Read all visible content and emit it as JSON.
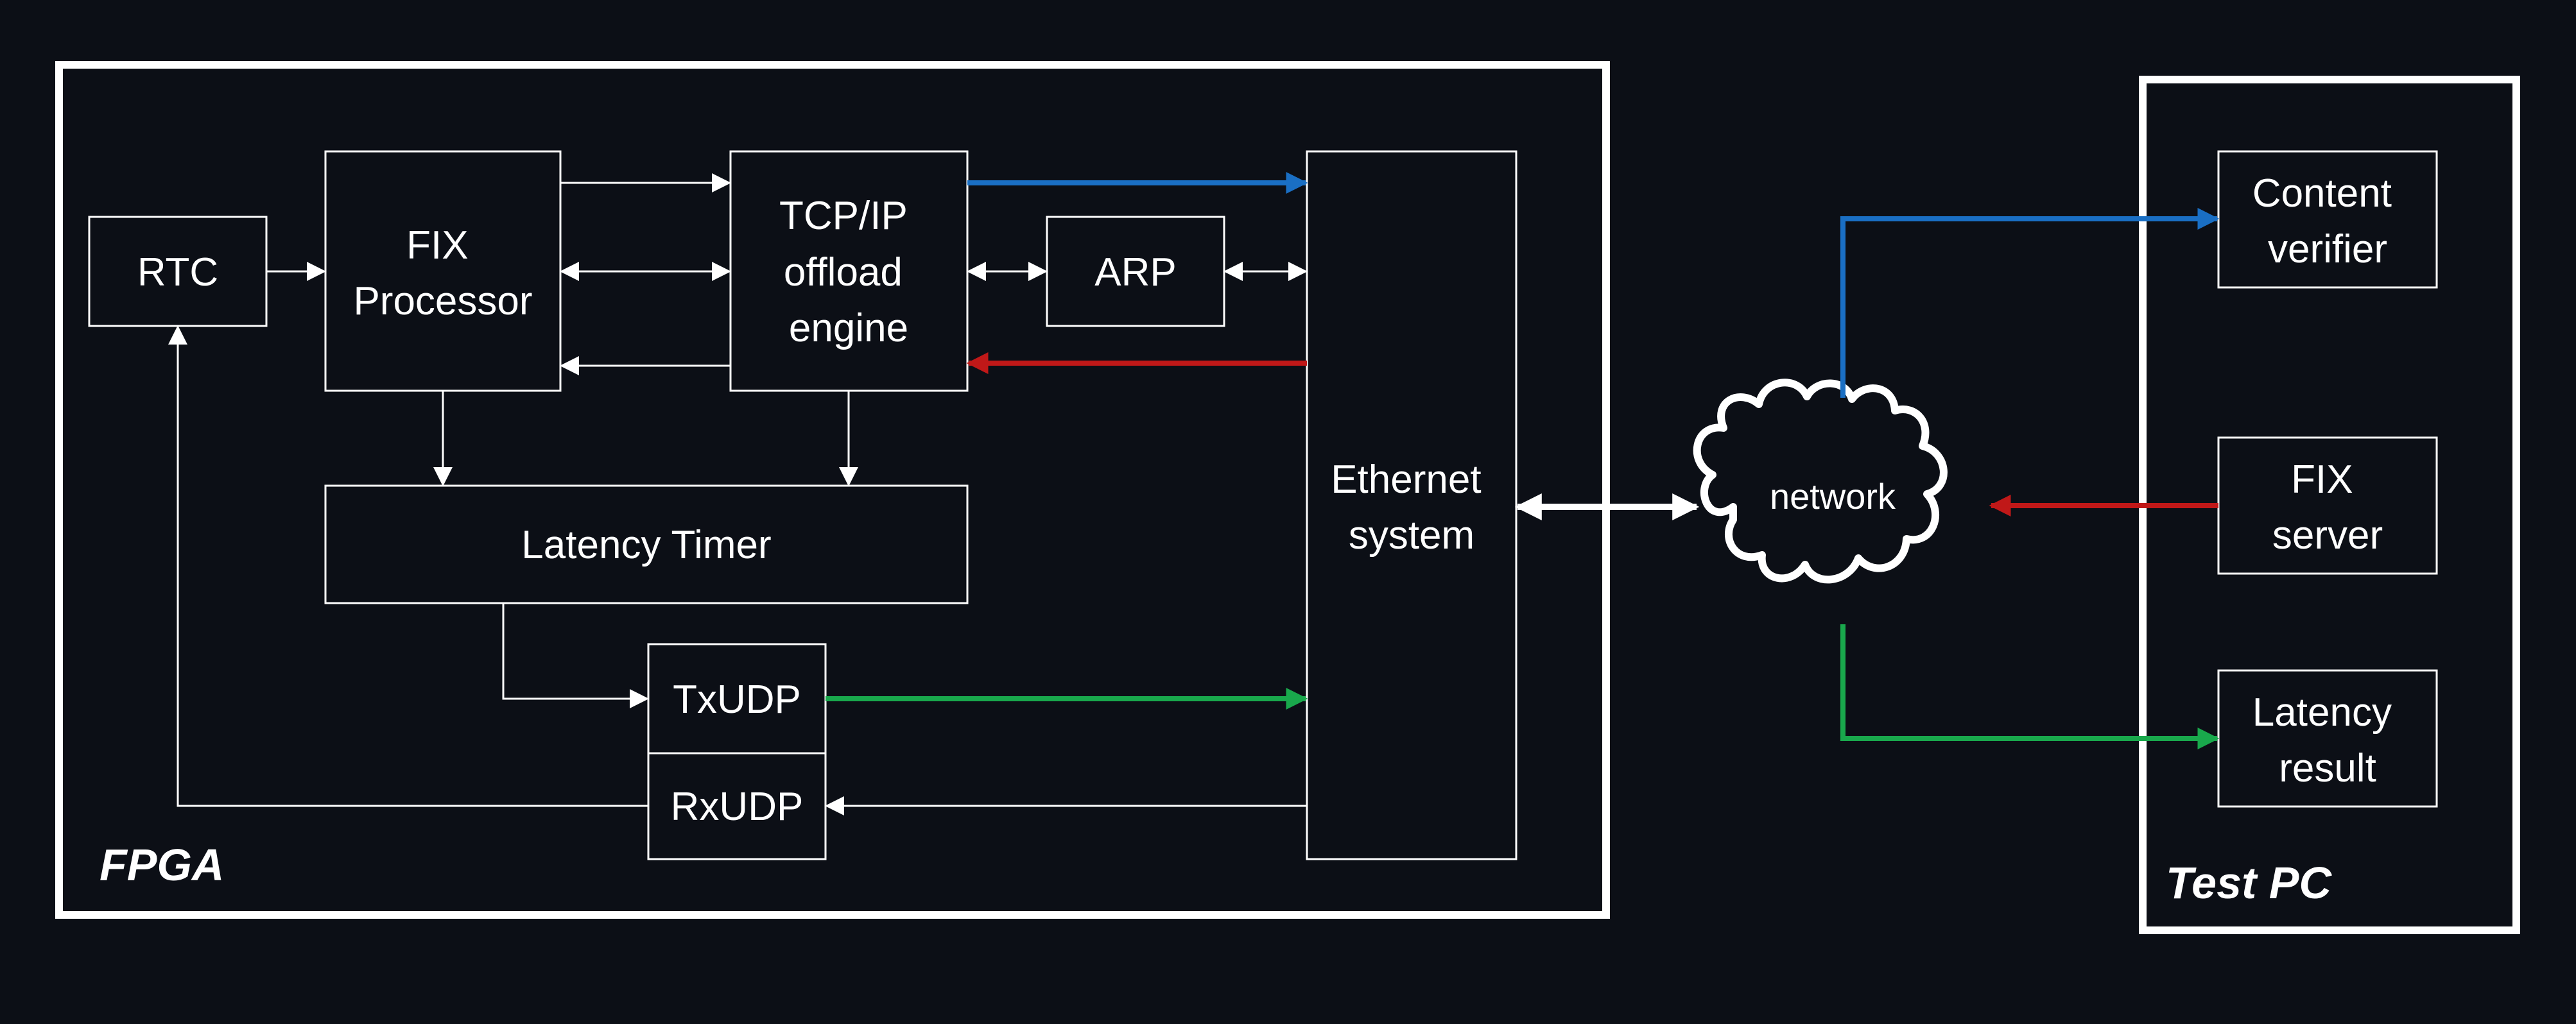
{
  "diagram": {
    "background": "#0c0f16",
    "colors": {
      "line": "#ffffff",
      "blue": "#1a6fc4",
      "red": "#c01818",
      "green": "#19a84c"
    },
    "groups": {
      "fpga": {
        "label": "FPGA"
      },
      "test_pc": {
        "label": "Test PC"
      }
    },
    "blocks": {
      "rtc": {
        "lines": [
          "RTC"
        ]
      },
      "fix_processor": {
        "lines": [
          "FIX",
          "Processor"
        ]
      },
      "tcp_ip": {
        "lines": [
          "TCP/IP",
          "offload",
          "engine"
        ]
      },
      "arp": {
        "lines": [
          "ARP"
        ]
      },
      "ethernet": {
        "lines": [
          "Ethernet",
          "system"
        ]
      },
      "latency_timer": {
        "lines": [
          "Latency Timer"
        ]
      },
      "txudp": {
        "lines": [
          "TxUDP"
        ]
      },
      "rxudp": {
        "lines": [
          "RxUDP"
        ]
      },
      "content_verifier": {
        "lines": [
          "Content",
          "verifier"
        ]
      },
      "fix_server": {
        "lines": [
          "FIX",
          "server"
        ]
      },
      "latency_result": {
        "lines": [
          "Latency",
          "result"
        ]
      }
    },
    "network": {
      "label": "network",
      "icon": "cloud-icon"
    }
  }
}
